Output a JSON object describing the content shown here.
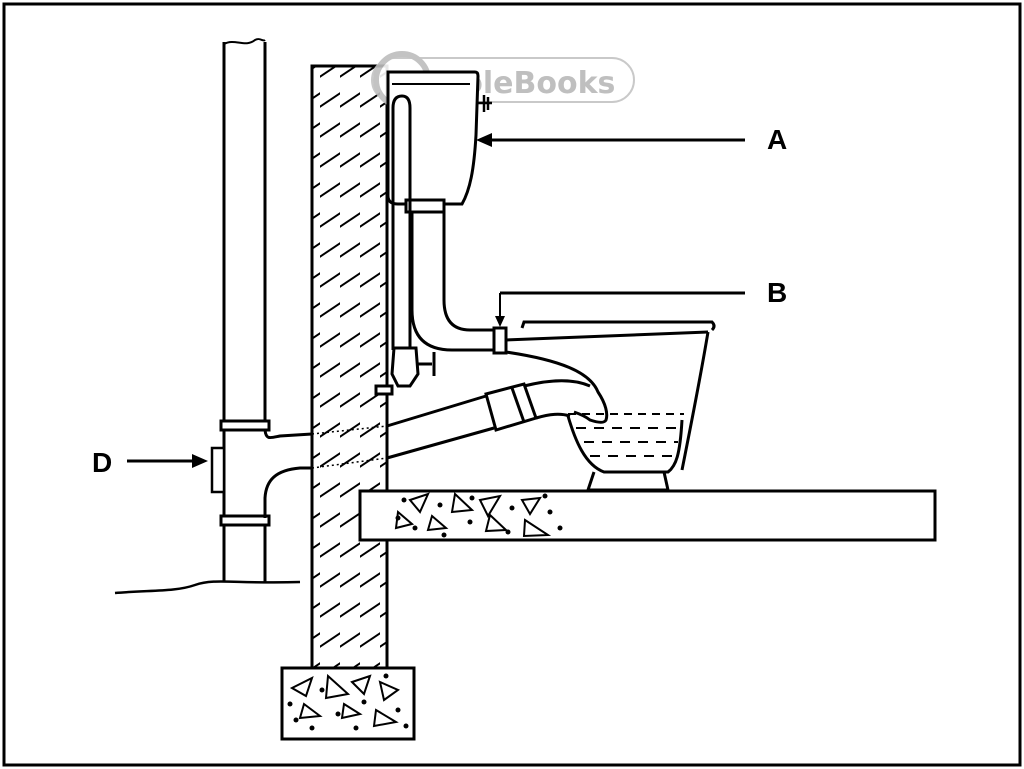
{
  "labels": {
    "a": "A",
    "b": "B",
    "d": "D"
  },
  "watermark": {
    "text": "EcoleBooks"
  },
  "colors": {
    "line": "#000000",
    "background": "#ffffff",
    "watermark": "#b9b9b9"
  }
}
